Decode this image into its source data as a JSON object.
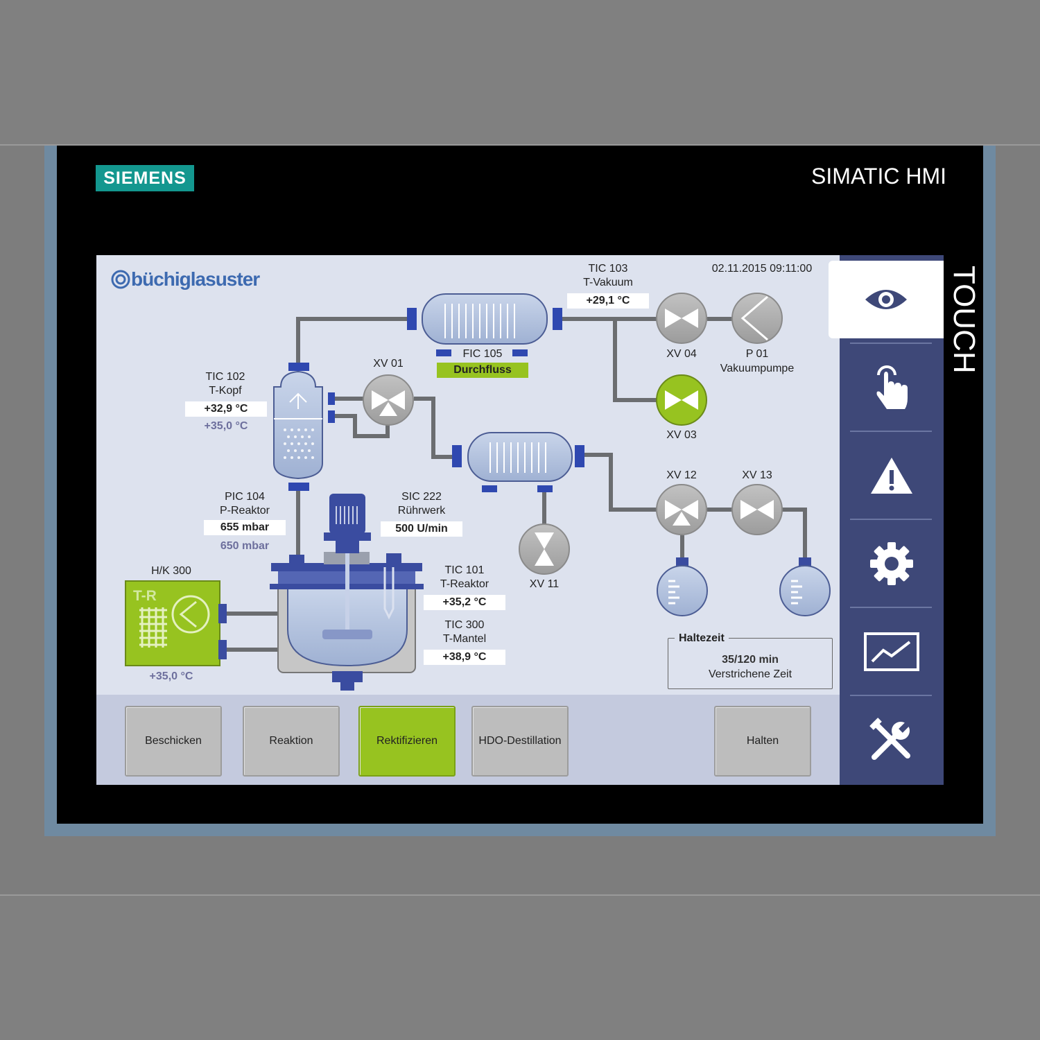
{
  "device": {
    "brand": "SIEMENS",
    "model": "SIMATIC HMI",
    "touch_label": "TOUCH"
  },
  "header": {
    "brand_logo": "büchiglasuster",
    "datetime": "02.11.2015 09:11:00"
  },
  "instruments": {
    "tic103": {
      "tag": "TIC 103",
      "name": "T-Vakuum",
      "value": "+29,1 °C"
    },
    "fic105": {
      "tag": "FIC 105",
      "status": "Durchfluss",
      "status_color": "#97c320"
    },
    "tic102": {
      "tag": "TIC 102",
      "name": "T-Kopf",
      "value": "+32,9 °C",
      "setpoint": "+35,0 °C"
    },
    "pic104": {
      "tag": "PIC 104",
      "name": "P-Reaktor",
      "value": "655 mbar",
      "setpoint": "650 mbar"
    },
    "sic222": {
      "tag": "SIC 222",
      "name": "Rührwerk",
      "value": "500 U/min"
    },
    "tic101": {
      "tag": "TIC 101",
      "name": "T-Reaktor",
      "value": "+35,2 °C"
    },
    "tic300": {
      "tag": "TIC 300",
      "name": "T-Mantel",
      "value": "+38,9 °C"
    },
    "hk300": {
      "tag": "H/K 300",
      "unit_label": "T-R",
      "setpoint": "+35,0 °C",
      "color": "#97c320"
    }
  },
  "valves": {
    "xv01": {
      "label": "XV 01",
      "state": "closed"
    },
    "xv03": {
      "label": "XV 03",
      "state": "open"
    },
    "xv04": {
      "label": "XV 04",
      "state": "closed"
    },
    "xv11": {
      "label": "XV 11",
      "state": "closed"
    },
    "xv12": {
      "label": "XV 12",
      "state": "closed"
    },
    "xv13": {
      "label": "XV 13",
      "state": "closed"
    }
  },
  "pump": {
    "label": "P 01",
    "name": "Vakuumpumpe"
  },
  "hold": {
    "title": "Haltezeit",
    "value": "35/120 min",
    "caption": "Verstrichene Zeit"
  },
  "steps": [
    {
      "label": "Beschicken",
      "active": false
    },
    {
      "label": "Reaktion",
      "active": false
    },
    {
      "label": "Rektifizieren",
      "active": true
    },
    {
      "label": "HDO-Destillation",
      "active": false
    },
    {
      "label": "Halten",
      "active": false
    }
  ],
  "sidebar": [
    {
      "icon": "eye-icon",
      "active": true
    },
    {
      "icon": "touch-hand-icon",
      "active": false
    },
    {
      "icon": "warning-icon",
      "active": false
    },
    {
      "icon": "gear-icon",
      "active": false
    },
    {
      "icon": "trend-chart-icon",
      "active": false
    },
    {
      "icon": "tools-icon",
      "active": false
    }
  ],
  "colors": {
    "accent_green": "#97c320",
    "sidebar": "#3e4878",
    "screen_bg": "#dde2ee"
  }
}
